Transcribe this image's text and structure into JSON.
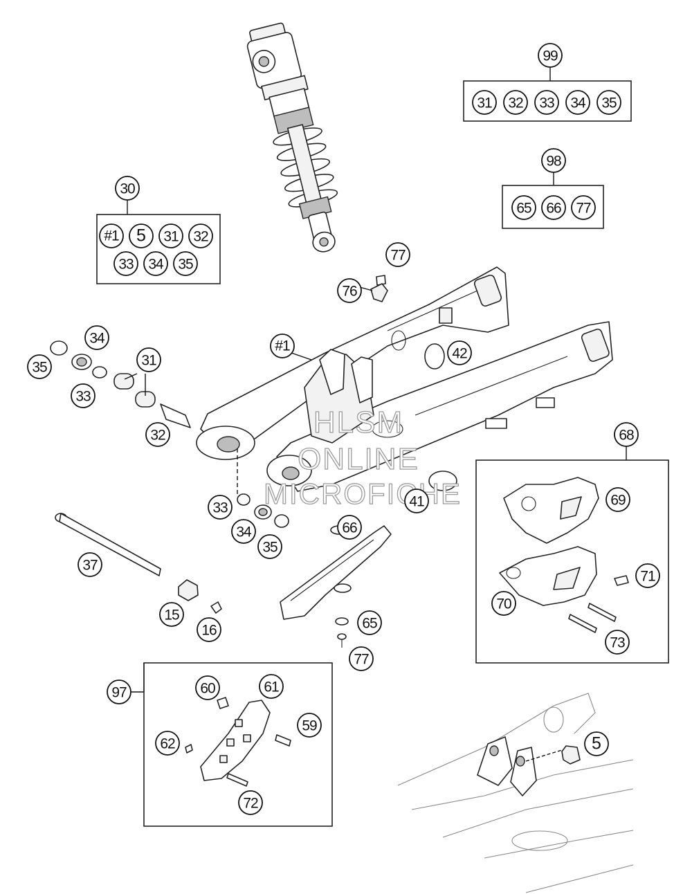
{
  "watermark": {
    "line1": "HLSM",
    "line2": "ONLINE",
    "line3": "MICROFICHE"
  },
  "callouts": [
    {
      "id": "c99",
      "label": "99"
    },
    {
      "id": "c98",
      "label": "98"
    },
    {
      "id": "c30",
      "label": "30"
    },
    {
      "id": "c77a",
      "label": "77"
    },
    {
      "id": "c76",
      "label": "76"
    },
    {
      "id": "c1",
      "label": "#1"
    },
    {
      "id": "c42",
      "label": "42"
    },
    {
      "id": "c34a",
      "label": "34"
    },
    {
      "id": "c35a",
      "label": "35"
    },
    {
      "id": "c31",
      "label": "31"
    },
    {
      "id": "c33a",
      "label": "33"
    },
    {
      "id": "c32",
      "label": "32"
    },
    {
      "id": "c68",
      "label": "68"
    },
    {
      "id": "c69",
      "label": "69"
    },
    {
      "id": "c70",
      "label": "70"
    },
    {
      "id": "c71",
      "label": "71"
    },
    {
      "id": "c73",
      "label": "73"
    },
    {
      "id": "c33b",
      "label": "33"
    },
    {
      "id": "c34b",
      "label": "34"
    },
    {
      "id": "c35b",
      "label": "35"
    },
    {
      "id": "c41",
      "label": "41"
    },
    {
      "id": "c66",
      "label": "66"
    },
    {
      "id": "c37",
      "label": "37"
    },
    {
      "id": "c15",
      "label": "15"
    },
    {
      "id": "c16",
      "label": "16"
    },
    {
      "id": "c65",
      "label": "65"
    },
    {
      "id": "c77b",
      "label": "77"
    },
    {
      "id": "c97",
      "label": "97"
    },
    {
      "id": "c60",
      "label": "60"
    },
    {
      "id": "c61",
      "label": "61"
    },
    {
      "id": "c59",
      "label": "59"
    },
    {
      "id": "c62",
      "label": "62"
    },
    {
      "id": "c72",
      "label": "72"
    },
    {
      "id": "c5",
      "label": "5"
    }
  ],
  "kits": {
    "k99": [
      "31",
      "32",
      "33",
      "34",
      "35"
    ],
    "k98": [
      "65",
      "66",
      "77"
    ],
    "k30": [
      "#1",
      "5",
      "31",
      "32",
      "33",
      "34",
      "35"
    ]
  }
}
